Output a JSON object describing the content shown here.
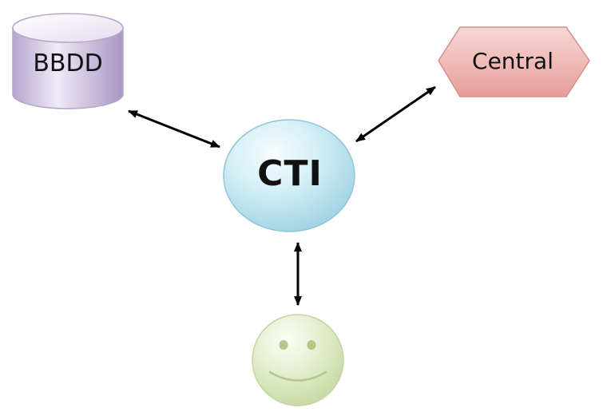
{
  "diagram": {
    "nodes": {
      "database": {
        "label": "BBDD",
        "shape": "cylinder",
        "color": "#D8CBE6"
      },
      "switch": {
        "label": "Central",
        "shape": "hexagon",
        "color": "#F0C6C4"
      },
      "cti": {
        "label": "CTI",
        "shape": "ellipse",
        "color": "#BFE3EE"
      },
      "user": {
        "label": "",
        "shape": "smiley",
        "color": "#DDE9BF"
      }
    },
    "connections": [
      {
        "from": "database",
        "to": "cti",
        "direction": "bidirectional"
      },
      {
        "from": "switch",
        "to": "cti",
        "direction": "bidirectional"
      },
      {
        "from": "cti",
        "to": "user",
        "direction": "bidirectional"
      }
    ]
  }
}
